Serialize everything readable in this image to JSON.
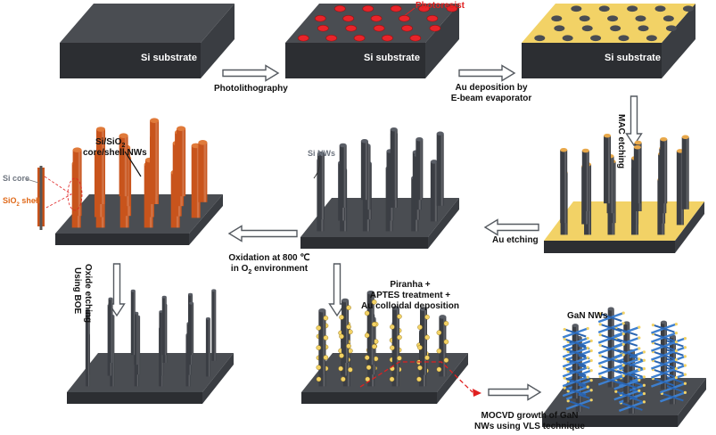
{
  "labels": {
    "substrate1": "Si substrate",
    "substrate2": "Si substrate",
    "substrate3": "Si substrate",
    "photoresist": "Photoresist",
    "step_photolithography": "Photolithography",
    "step_au_dep_1": "Au deposition by",
    "step_au_dep_2": "E-beam evaporator",
    "step_mac": "MAC etching",
    "step_au_etch": "Au etching",
    "si_nws": "Si NWs",
    "coreshell_1": "Si/SiO",
    "coreshell_sub": "2",
    "coreshell_2": "core/shell NWs",
    "si_core": "Si core",
    "sio2_shell": "SiO",
    "sio2_shell_sub": "2",
    "sio2_shell_end": " shell",
    "oxidation_1": "Oxidation at 800 ℃",
    "oxidation_2_pre": "in O",
    "oxidation_2_sub": "2",
    "oxidation_2_post": " environment",
    "oxide_etch_1": "Oxide etching",
    "oxide_etch_2": "Using BOE",
    "piranha_1": "Piranha +",
    "piranha_2": "APTES treatment +",
    "piranha_3": "Au colloidal deposition",
    "gan_nws": "GaN NWs",
    "mocvd_1": "MOCVD growth of GaN",
    "mocvd_2": "NWs using VLS technique"
  },
  "colors": {
    "substrate_top": "#4a4d52",
    "substrate_side": "#2c2e32",
    "gold": "#f2d266",
    "photoresist": "#e8242a",
    "nanowire": "#3b3e44",
    "oxide_shell": "#c8541c",
    "gan": "#3d7fcf",
    "arrow_outline": "#555a60"
  }
}
